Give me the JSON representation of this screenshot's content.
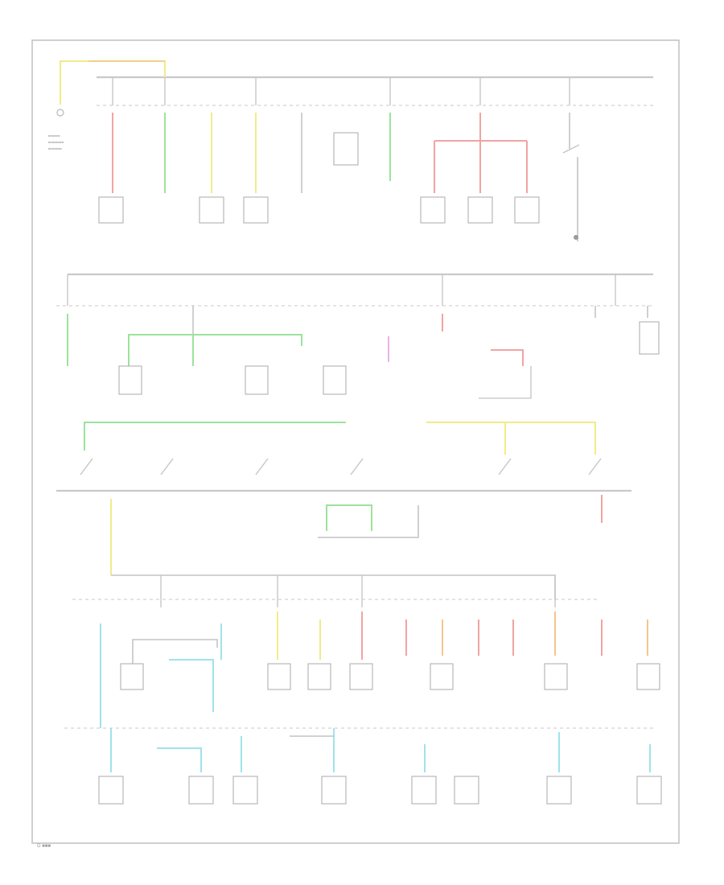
{
  "diagram": {
    "footer_note": "Ω ■■■",
    "colors": {
      "frame": "#bcbcbc",
      "bus": "#c9c9c9",
      "wire_gray": "#c4c4c4",
      "wire_red": "#f2a3a3",
      "wire_green": "#9be39b",
      "wire_yellow": "#f0ec8a",
      "wire_orange": "#f5c58e",
      "wire_pink": "#e9b4e9",
      "wire_cyan": "#9fe3ea"
    },
    "sections": [
      {
        "id": "fuse-block-top",
        "wire_colors": [
          "yellow",
          "red",
          "green",
          "yellow",
          "yellow",
          "green",
          "red",
          "gray"
        ],
        "component_count": 11
      },
      {
        "id": "fuse-block-mid",
        "wire_colors": [
          "green",
          "green",
          "pink",
          "red",
          "gray"
        ],
        "component_count": 8
      },
      {
        "id": "ignition-switch",
        "wire_colors": [
          "green",
          "yellow",
          "pink",
          "gray"
        ],
        "component_count": 6
      },
      {
        "id": "fuse-block-lower",
        "wire_colors": [
          "yellow",
          "pink",
          "orange",
          "red",
          "cyan"
        ],
        "component_count": 11
      },
      {
        "id": "ground-row",
        "wire_colors": [
          "cyan",
          "gray"
        ],
        "component_count": 13
      }
    ]
  }
}
